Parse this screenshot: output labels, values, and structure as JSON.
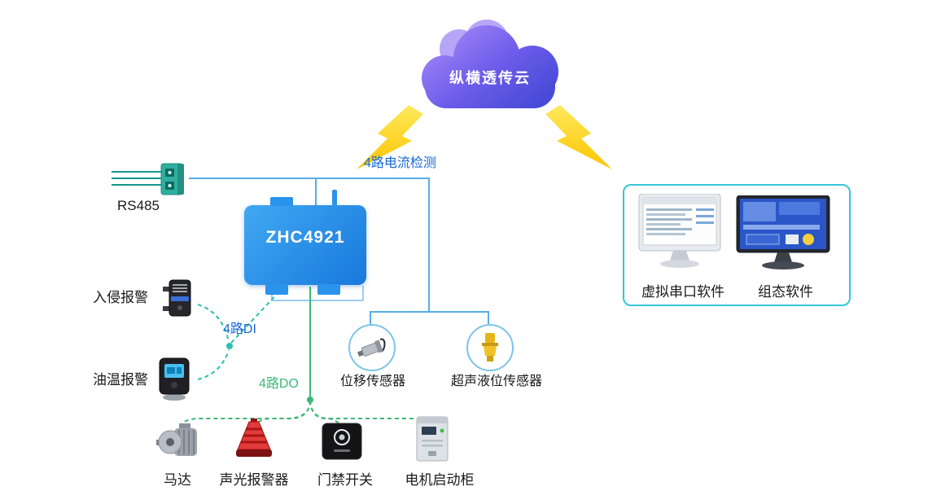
{
  "cloud": {
    "label": "纵横透传云"
  },
  "gateway": {
    "model": "ZHC4921"
  },
  "rs485": {
    "label": "RS485"
  },
  "connections": {
    "current_detect": "4路电流检测",
    "di": "4路DI",
    "do": "4路DO"
  },
  "sensors": [
    {
      "label": "位移传感器"
    },
    {
      "label": "超声液位传感器"
    }
  ],
  "alarm_inputs": [
    {
      "label": "入侵报警"
    },
    {
      "label": "油温报警"
    }
  ],
  "do_devices": [
    {
      "label": "马达"
    },
    {
      "label": "声光报警器"
    },
    {
      "label": "门禁开关"
    },
    {
      "label": "电机启动柜"
    }
  ],
  "software": {
    "items": [
      {
        "label": "虚拟串口软件"
      },
      {
        "label": "组态软件"
      }
    ]
  },
  "colors": {
    "cloud_top": "#9f83f6",
    "cloud_bottom": "#4549d6",
    "bolt_yellow": "#ffd900",
    "gateway_blue": "#2196f3",
    "line_blue": "#54aee8",
    "label_blue": "#1668d8",
    "di_teal": "#2bbfae",
    "do_green": "#3cb878",
    "box_border_cyan": "#35c6d8",
    "sensor_ring": "#7cc4ea",
    "text_dark": "#1a1a1a"
  }
}
